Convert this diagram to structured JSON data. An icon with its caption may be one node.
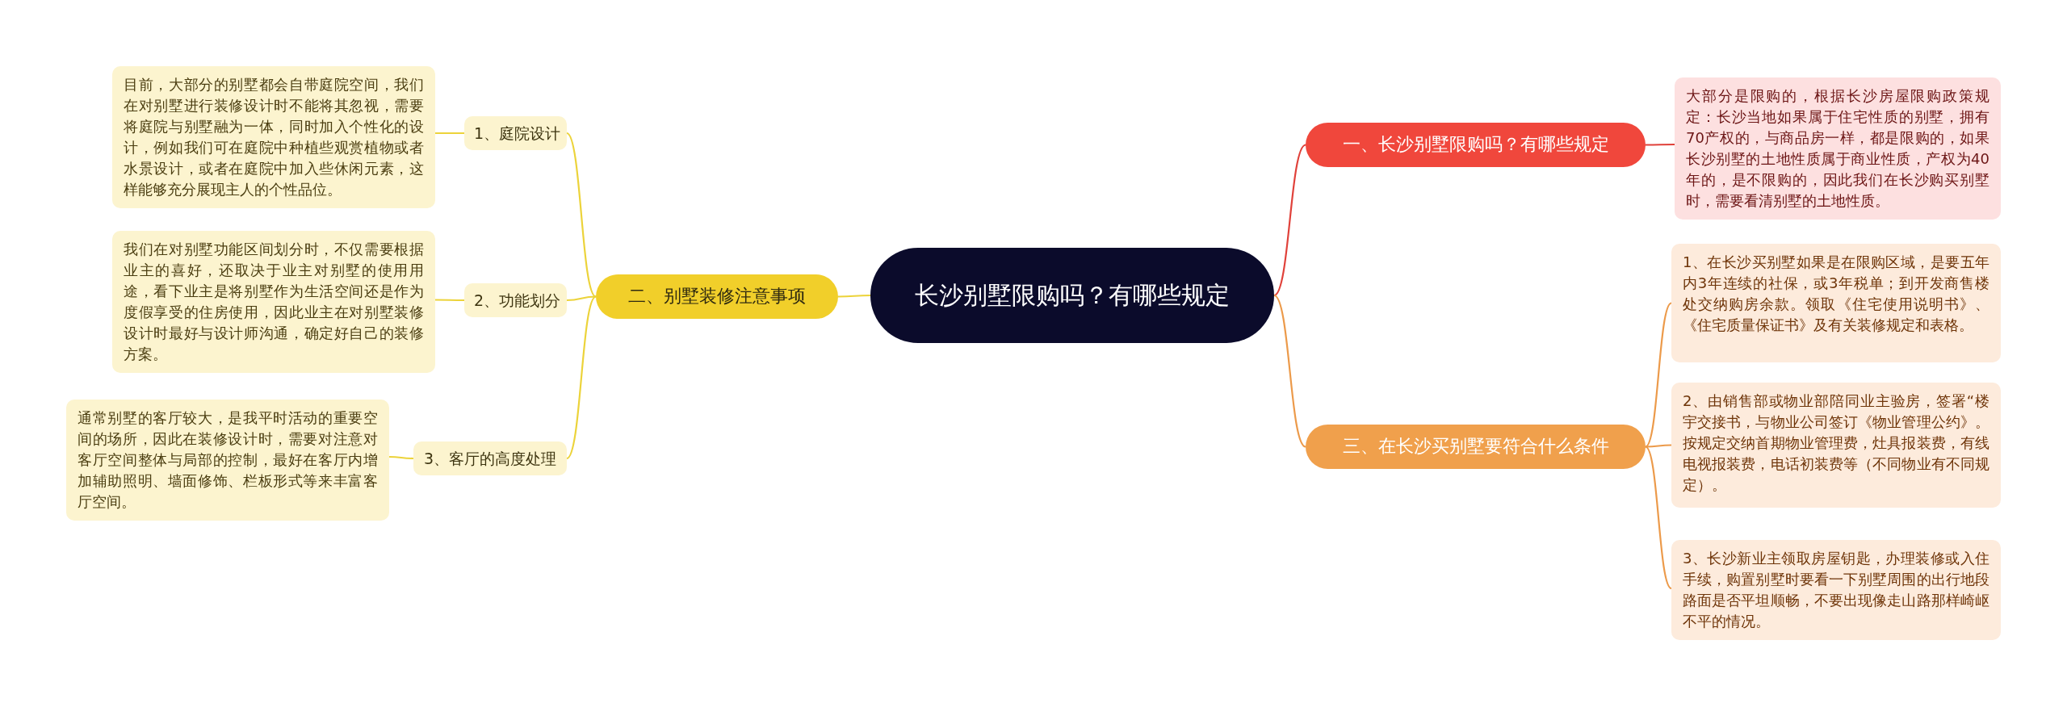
{
  "diagram": {
    "nodes": [
      {
        "text": [
          "长沙别墅限购吗？有哪些规定"
        ]
      },
      {
        "text": [
          "一、长沙别墅限购吗？有哪些规定"
        ]
      },
      {
        "text": [
          "大部分是限购的，根据长沙房屋限购政策规定：长沙当地如果属于住宅性质的别墅，拥有70产权的，与商品房一样，都是限购的，如果长沙别墅的土地性质属于商业性质，产权为40年的，是不限购的，因此我们在长沙购买别墅时，需要看清别墅的土地性质。"
        ]
      },
      {
        "text": [
          "二、别墅装修注意事项"
        ]
      },
      {
        "text": [
          "1、庭院设计"
        ]
      },
      {
        "text": [
          "目前，大部分的别墅都会自带庭院空间，我们在对别墅进行装修设计时不能将其忽视，需要将庭院与别墅融为一体，同时加入个性化的设计，例如我们可在庭院中种植些观赏植物或者水景设计，或者在庭院中加入些休闲元素，这样能够充分展现主人的个性品位。"
        ]
      },
      {
        "text": [
          "2、功能划分"
        ]
      },
      {
        "text": [
          "我们在对别墅功能区间划分时，不仅需要根据业主的喜好，还取决于业主对别墅的使用用途，看下业主是将别墅作为生活空间还是作为度假享受的住房使用，因此业主在对别墅装修设计时最好与设计师沟通，确定好自己的装修方案。"
        ]
      },
      {
        "text": [
          "3、客厅的高度处理"
        ]
      },
      {
        "text": [
          "通常别墅的客厅较大，是我平时活动的重要空间的场所，因此在装修设计时，需要对注意对客厅空间整体与局部的控制，最好在客厅内增加辅助照明、墙面修饰、栏板形式等来丰富客厅空间。"
        ]
      },
      {
        "text": [
          "三、在长沙买别墅要符合什么条件"
        ]
      },
      {
        "text": [
          "1、在长沙买别墅如果是在限购区域，是要五年内3年连续的社保，或3年税单；到开发商售楼处交纳购房余款。领取《住宅使用说明书》、《住宅质量保证书》及有关装修规定和表格。"
        ]
      },
      {
        "text": [
          "2、由销售部或物业部陪同业主验房，签署“楼宇交接书，与物业公司签订《物业管理公约》。按规定交纳首期物业管理费，灶具报装费，有线电视报装费，电话初装费等（不同物业有不同规定）。"
        ]
      },
      {
        "text": [
          "3、长沙新业主领取房屋钥匙，办理装修或入住手续，购置别墅时要看一下别墅周围的出行地段路面是否平坦顺畅，不要出现像走山路那样崎岖不平的情况。"
        ]
      }
    ],
    "edges": [
      {
        "from": 0,
        "to": 1,
        "arrow": "none",
        "color": "#e0413a"
      },
      {
        "from": 1,
        "to": 2,
        "arrow": "none",
        "color": "#e0413a"
      },
      {
        "from": 0,
        "to": 3,
        "arrow": "none"
      },
      {
        "from": 3,
        "to": 4,
        "arrow": "none"
      },
      {
        "from": 4,
        "to": 5,
        "arrow": "none"
      },
      {
        "from": 3,
        "to": 6,
        "arrow": "none"
      },
      {
        "from": 6,
        "to": 7,
        "arrow": "none"
      },
      {
        "from": 3,
        "to": 8,
        "arrow": "none"
      },
      {
        "from": 8,
        "to": 9,
        "arrow": "none"
      },
      {
        "from": 0,
        "to": 10,
        "arrow": "none",
        "color": "#ec9a4a"
      },
      {
        "from": 10,
        "to": 11,
        "arrow": "none",
        "color": "#ec9a4a"
      },
      {
        "from": 10,
        "to": 12,
        "arrow": "none",
        "color": "#ec9a4a"
      },
      {
        "from": 10,
        "to": 13,
        "arrow": "none",
        "color": "#ec9a4a"
      }
    ]
  }
}
